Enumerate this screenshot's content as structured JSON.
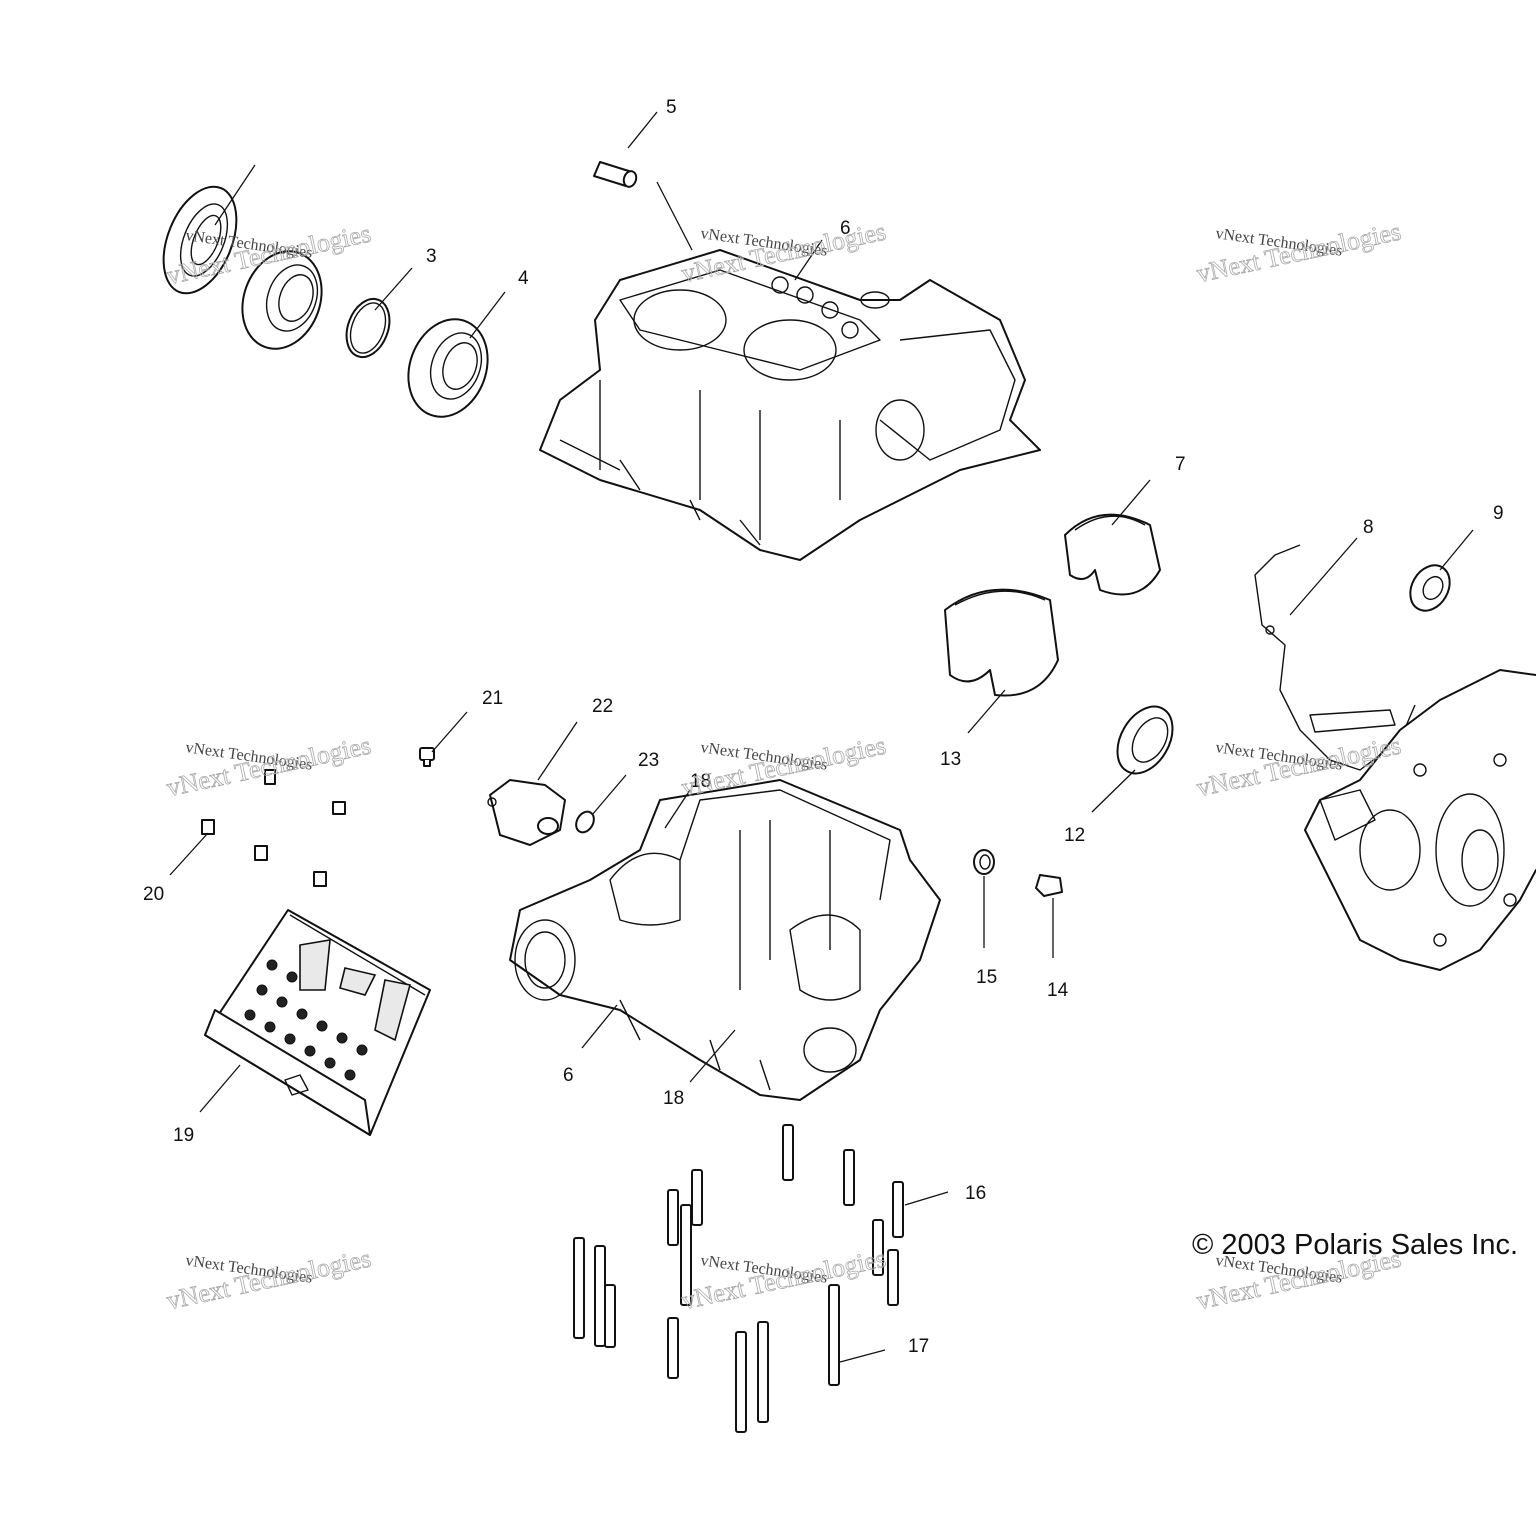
{
  "callouts": [
    "5",
    "6",
    "3",
    "4",
    "7",
    "8",
    "9",
    "13",
    "12",
    "21",
    "22",
    "23",
    "18",
    "20",
    "15",
    "14",
    "6",
    "18",
    "19",
    "16",
    "17"
  ],
  "copyright": "© 2003 Polaris Sales Inc.",
  "watermark": {
    "line1": "vNext Technologies",
    "line2": "vNext Technologies"
  }
}
